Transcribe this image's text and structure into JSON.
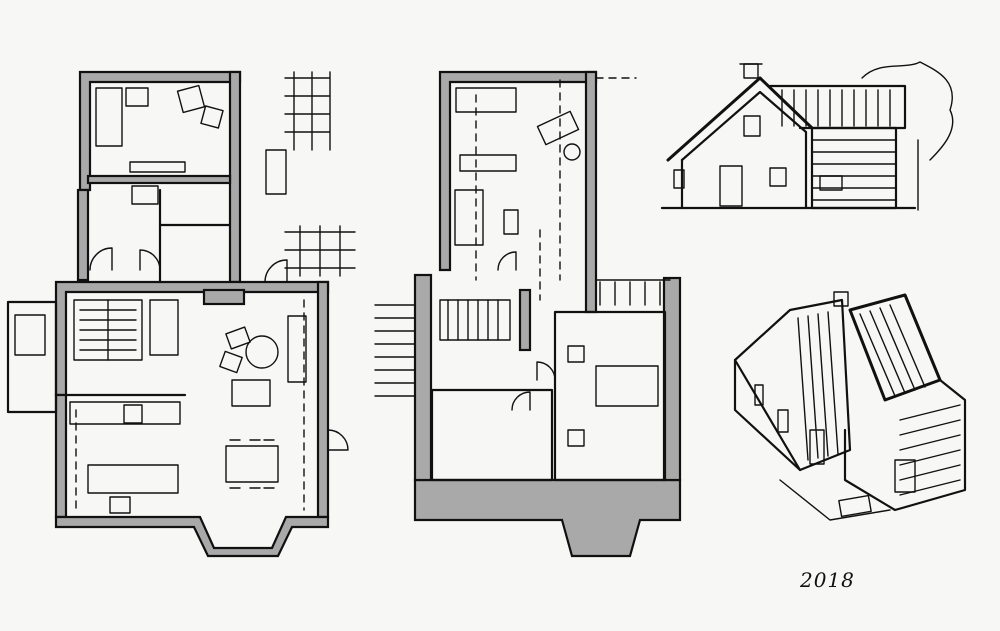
{
  "signature": {
    "author": "",
    "year": "2018"
  },
  "colors": {
    "paper": "#f7f7f6",
    "ink": "#111111",
    "wall_fill": "#a9a9a9"
  },
  "drawings": [
    "ground-floor-plan",
    "upper-floor-plan",
    "front-elevation",
    "aerial-perspective"
  ]
}
